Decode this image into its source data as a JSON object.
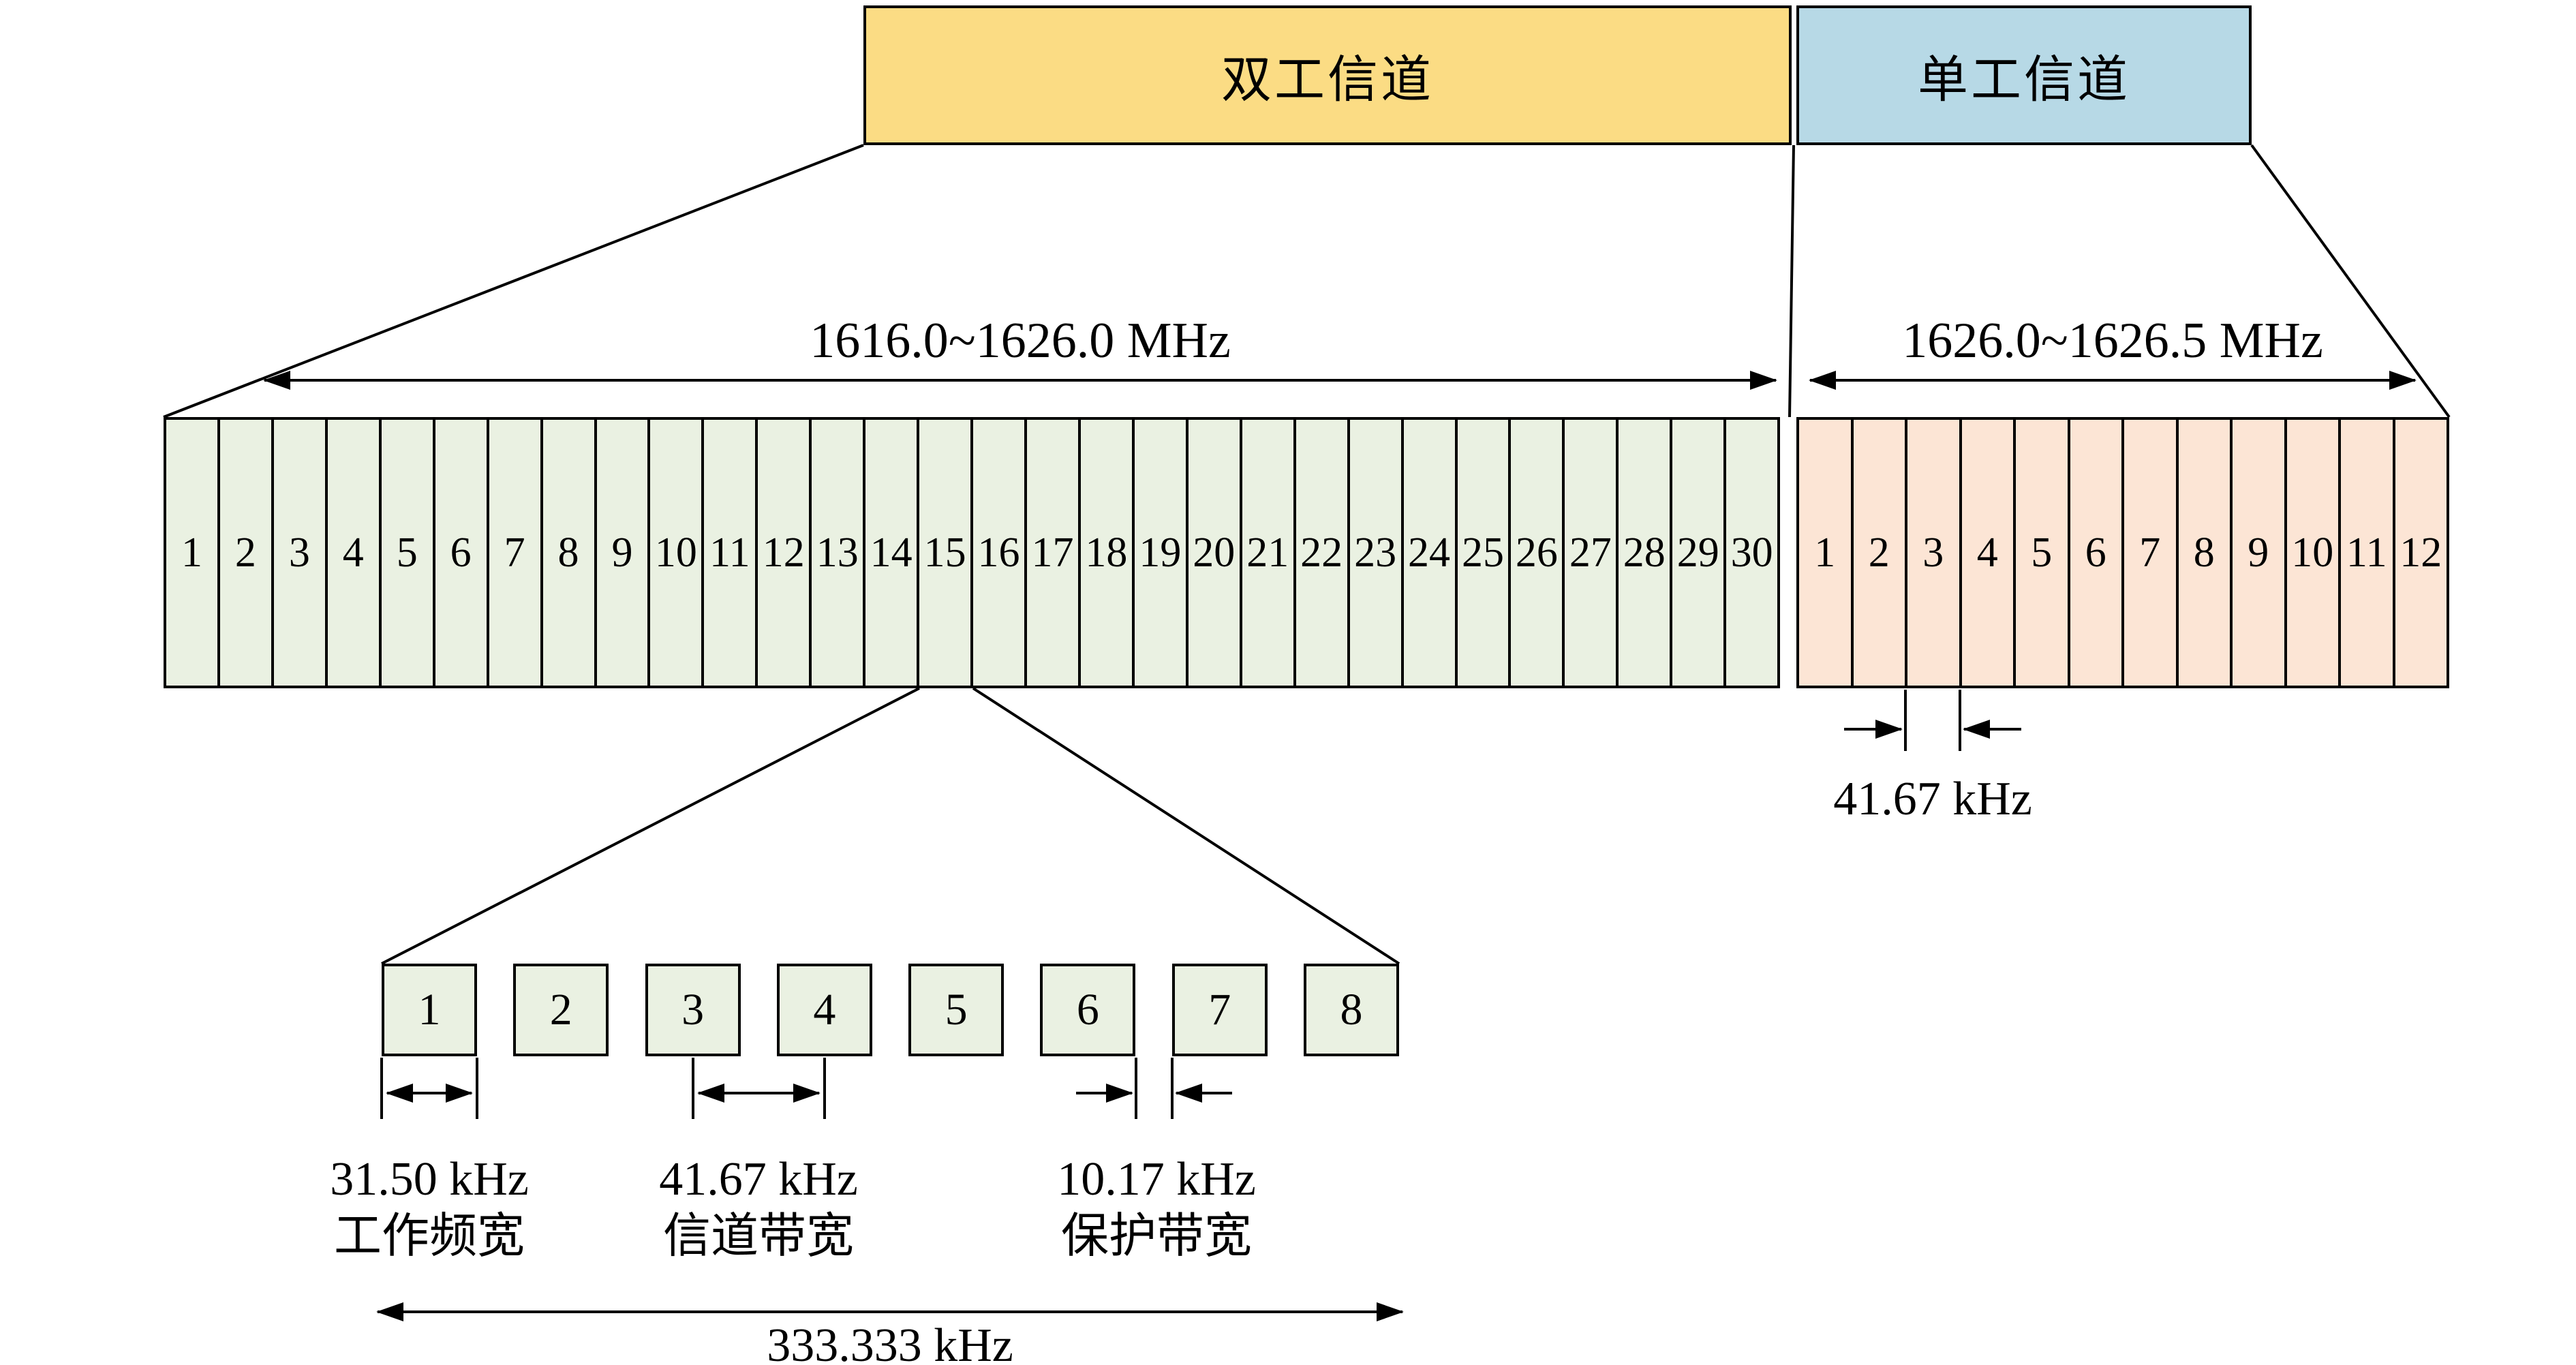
{
  "diagram": {
    "duplex_box_label": "双工信道",
    "simplex_box_label": "单工信道",
    "duplex_band_range": "1616.0~1626.0 MHz",
    "simplex_band_range": "1626.0~1626.5 MHz"
  },
  "channels": {
    "duplex": [
      1,
      2,
      3,
      4,
      5,
      6,
      7,
      8,
      9,
      10,
      11,
      12,
      13,
      14,
      15,
      16,
      17,
      18,
      19,
      20,
      21,
      22,
      23,
      24,
      25,
      26,
      27,
      28,
      29,
      30
    ],
    "simplex": [
      1,
      2,
      3,
      4,
      5,
      6,
      7,
      8,
      9,
      10,
      11,
      12
    ],
    "sub": [
      1,
      2,
      3,
      4,
      5,
      6,
      7,
      8
    ]
  },
  "measurements": {
    "simplex_channel_spacing": "41.67 kHz",
    "working_bandwidth_value": "31.50 kHz",
    "working_bandwidth_label": "工作频宽",
    "channel_bandwidth_value": "41.67 kHz",
    "channel_bandwidth_label": "信道带宽",
    "guard_bandwidth_value": "10.17 kHz",
    "guard_bandwidth_label": "保护带宽",
    "total_span": "333.333 kHz"
  },
  "colors": {
    "duplex-box-fill": "#fbdc84",
    "simplex-box-fill": "#b7d9e6",
    "duplex-cell-fill": "#eaf1e2",
    "simplex-cell-fill": "#fce5d5",
    "line-color": "#000000"
  }
}
